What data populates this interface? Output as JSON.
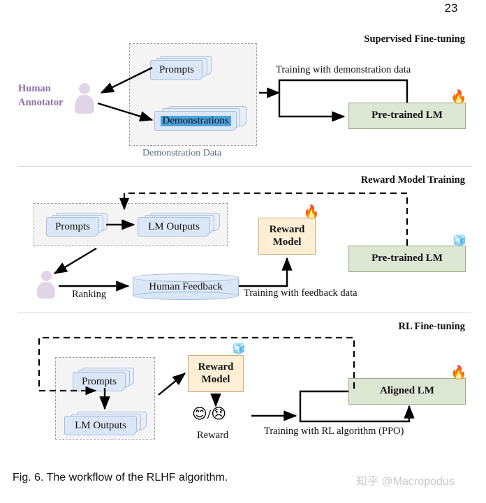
{
  "page": {
    "number": "23"
  },
  "caption": {
    "text": "Fig. 6. The workflow of the RLHF algorithm.",
    "watermark": "知乎 @Macropodus"
  },
  "colors": {
    "model_green": "#dde5d3",
    "model_cream": "#fcefd5",
    "paper_blue": "#dbe7f7",
    "highlight_blue": "#4da2dd",
    "person_purple": "#e0d5e6",
    "annotator_text": "#8c6fa6",
    "group_label": "#5f6f86",
    "divider": "#d9d9d9"
  },
  "sections": [
    {
      "id": "supervised-fine-tuning",
      "title": "Supervised Fine-tuning",
      "annotator": {
        "line1": "Human",
        "line2": "Annotator",
        "icon": "person-icon"
      },
      "group": {
        "label": "Demonstration Data",
        "items": [
          {
            "label": "Prompts",
            "highlighted": false
          },
          {
            "label": "Demonstrations",
            "highlighted": true
          }
        ]
      },
      "edge_labels": [
        "Training with demonstration data"
      ],
      "model": {
        "label": "Pre-trained LM",
        "badge": "🔥",
        "badge_name": "fire-icon",
        "state": "trainable"
      }
    },
    {
      "id": "reward-model-training",
      "title": "Reward Model Training",
      "group": {
        "items": [
          {
            "label": "Prompts",
            "highlighted": false
          },
          {
            "label": "LM Outputs",
            "highlighted": false
          }
        ]
      },
      "datastore": {
        "label": "Human Feedback"
      },
      "edge_labels": [
        "Ranking",
        "Training with feedback data"
      ],
      "reward_model": {
        "label_line1": "Reward",
        "label_line2": "Model",
        "badge": "🔥",
        "badge_name": "fire-icon",
        "state": "trainable"
      },
      "model": {
        "label": "Pre-trained LM",
        "badge": "🧊",
        "badge_name": "ice-cube-icon",
        "state": "frozen"
      },
      "annotator": {
        "icon": "person-icon"
      }
    },
    {
      "id": "rl-fine-tuning",
      "title": "RL Fine-tuning",
      "group": {
        "items": [
          {
            "label": "Prompts",
            "highlighted": false
          },
          {
            "label": "LM Outputs",
            "highlighted": false
          }
        ]
      },
      "reward_model": {
        "label_line1": "Reward",
        "label_line2": "Model",
        "badge": "🧊",
        "badge_name": "ice-cube-icon",
        "state": "frozen"
      },
      "reward_signal": {
        "positive": "😊",
        "separator": "/",
        "negative": "😞",
        "label": "Reward"
      },
      "edge_labels": [
        "Training with RL algorithm (PPO)"
      ],
      "model": {
        "label": "Aligned LM",
        "badge": "🔥",
        "badge_name": "fire-icon",
        "state": "trainable"
      }
    }
  ]
}
